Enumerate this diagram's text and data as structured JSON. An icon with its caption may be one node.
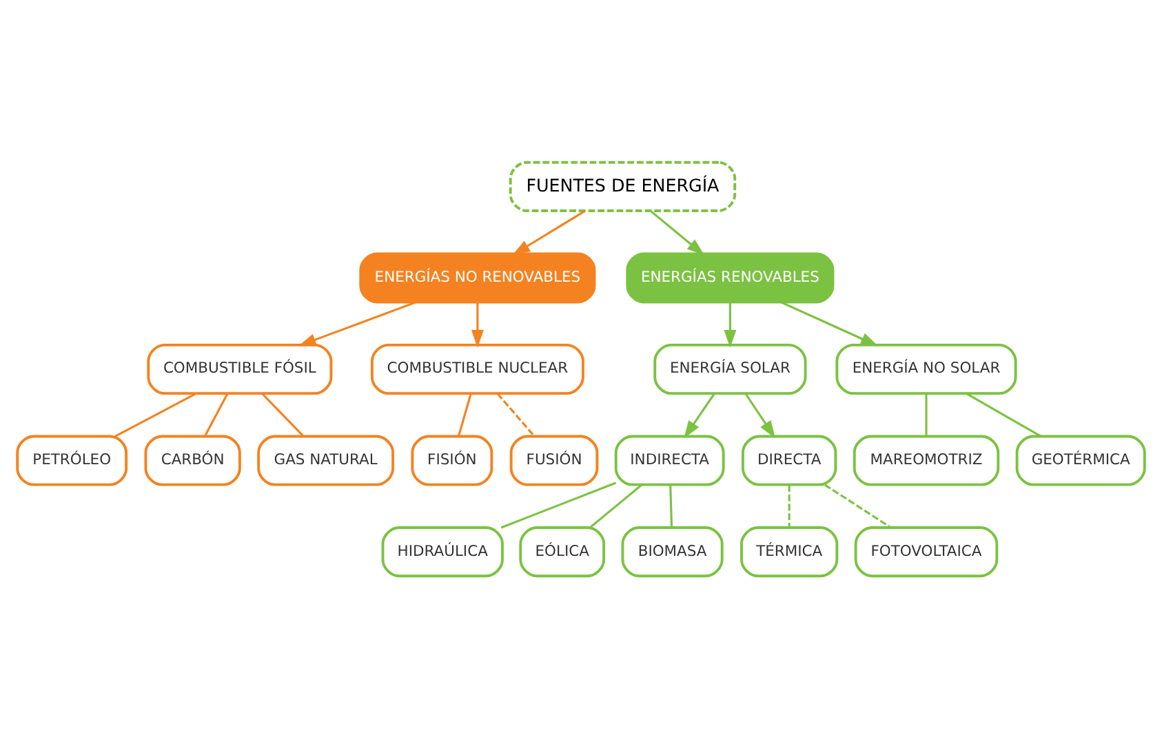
{
  "diagram": {
    "nodes": [
      {
        "text": [
          "FUENTES DE ENERGÍA"
        ]
      },
      {
        "text": [
          "ENERGÍAS NO RENOVABLES"
        ]
      },
      {
        "text": [
          "ENERGÍAS RENOVABLES"
        ]
      },
      {
        "text": [
          "COMBUSTIBLE FÓSIL"
        ]
      },
      {
        "text": [
          "COMBUSTIBLE NUCLEAR"
        ]
      },
      {
        "text": [
          "ENERGÍA SOLAR"
        ]
      },
      {
        "text": [
          "ENERGÍA NO SOLAR"
        ]
      },
      {
        "text": [
          "PETRÓLEO"
        ]
      },
      {
        "text": [
          "CARBÓN"
        ]
      },
      {
        "text": [
          "GAS NATURAL"
        ]
      },
      {
        "text": [
          "FISIÓN"
        ]
      },
      {
        "text": [
          "FUSIÓN"
        ]
      },
      {
        "text": [
          "INDIRECTA"
        ]
      },
      {
        "text": [
          "DIRECTA"
        ]
      },
      {
        "text": [
          "MAREOMOTRIZ"
        ]
      },
      {
        "text": [
          "GEOTÉRMICA"
        ]
      },
      {
        "text": [
          "HIDRAÚLICA"
        ]
      },
      {
        "text": [
          "EÓLICA"
        ]
      },
      {
        "text": [
          "BIOMASA"
        ]
      },
      {
        "text": [
          "TÉRMICA"
        ]
      },
      {
        "text": [
          "FOTOVOLTAICA"
        ]
      }
    ],
    "edges": [
      {
        "from": 0,
        "to": 1,
        "arrow": "to",
        "color": "#f58220"
      },
      {
        "from": 0,
        "to": 2,
        "arrow": "to"
      },
      {
        "from": 1,
        "to": 3,
        "arrow": "to",
        "color": "#f58220"
      },
      {
        "from": 1,
        "to": 4,
        "arrow": "to",
        "color": "#f58220"
      },
      {
        "from": 2,
        "to": 5,
        "arrow": "to"
      },
      {
        "from": 2,
        "to": 6,
        "arrow": "to"
      },
      {
        "from": 3,
        "to": 7,
        "arrow": "none",
        "color": "#f58220"
      },
      {
        "from": 3,
        "to": 8,
        "arrow": "none",
        "color": "#f58220"
      },
      {
        "from": 3,
        "to": 9,
        "arrow": "none",
        "color": "#f58220"
      },
      {
        "from": 4,
        "to": 10,
        "arrow": "none",
        "color": "#f58220"
      },
      {
        "from": 4,
        "to": 11,
        "arrow": "none",
        "style": "dashed",
        "color": "#f58220"
      },
      {
        "from": 5,
        "to": 12,
        "arrow": "to"
      },
      {
        "from": 5,
        "to": 13,
        "arrow": "to"
      },
      {
        "from": 6,
        "to": 14,
        "arrow": "none"
      },
      {
        "from": 6,
        "to": 15,
        "arrow": "none"
      },
      {
        "from": 12,
        "to": 16,
        "arrow": "none"
      },
      {
        "from": 12,
        "to": 17,
        "arrow": "none"
      },
      {
        "from": 12,
        "to": 18,
        "arrow": "none"
      },
      {
        "from": 13,
        "to": 19,
        "arrow": "none",
        "style": "dashed"
      },
      {
        "from": 13,
        "to": 20,
        "arrow": "none",
        "style": "dashed"
      }
    ]
  }
}
